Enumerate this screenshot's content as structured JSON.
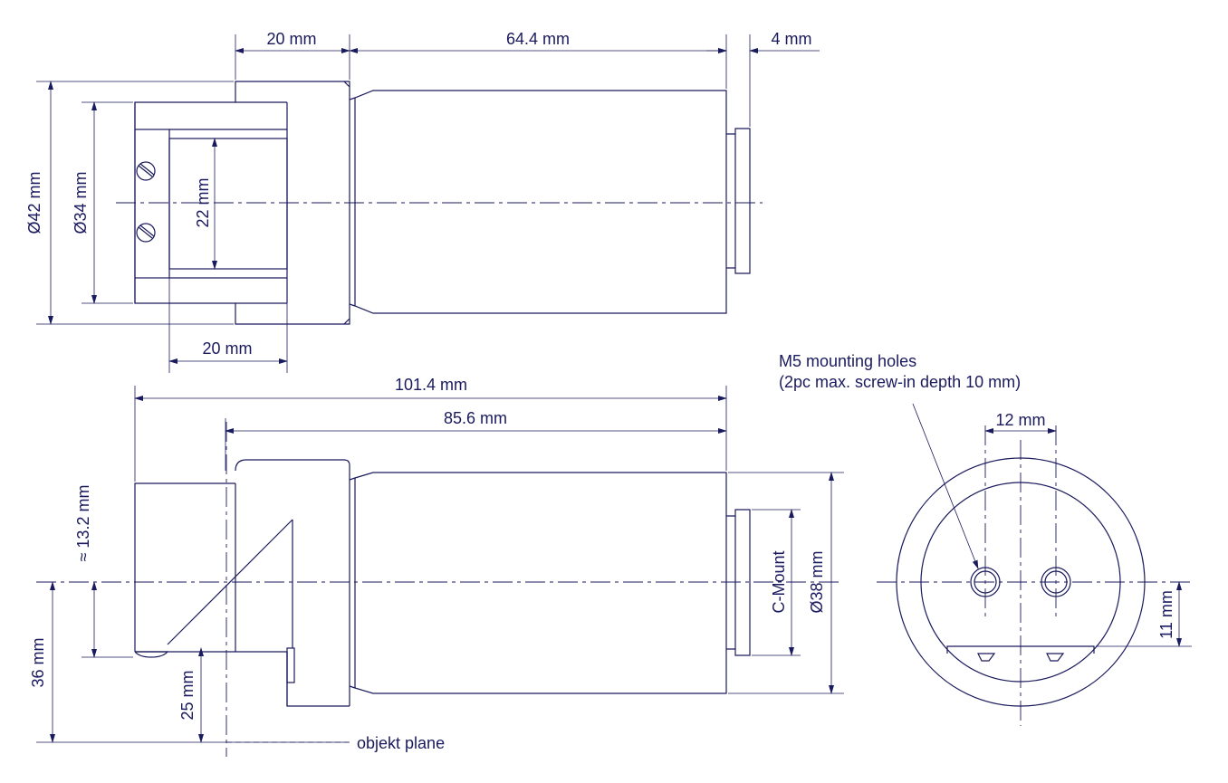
{
  "dimensions": {
    "top_left_20": "20 mm",
    "top_64_4": "64.4 mm",
    "top_4": "4 mm",
    "dia_42": "Ø42 mm",
    "dia_34": "Ø34 mm",
    "dim_22": "22 mm",
    "bottom_20": "20 mm",
    "len_101_4": "101.4 mm",
    "len_85_6": "85.6 mm",
    "approx_13_2": "≈ 13.2 mm",
    "dim_36": "36 mm",
    "dim_25": "25 mm",
    "cmount": "C-Mount",
    "dia_38": "Ø38 mm",
    "dim_12": "12 mm",
    "dim_11": "11 mm"
  },
  "labels": {
    "mounting_line1": "M5 mounting holes",
    "mounting_line2": "(2pc max. screw-in depth 10 mm)",
    "objekt_plane": "objekt plane"
  },
  "colors": {
    "line": "#1a1a5e",
    "background": "#ffffff"
  }
}
